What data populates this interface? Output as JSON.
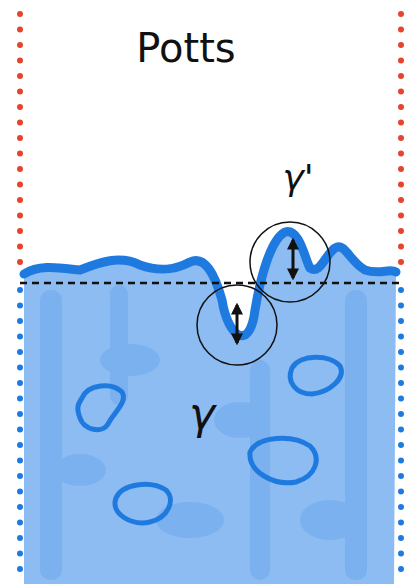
{
  "diagram": {
    "labels": [
      "Potts",
      "γ'",
      "γ"
    ]
  }
}
